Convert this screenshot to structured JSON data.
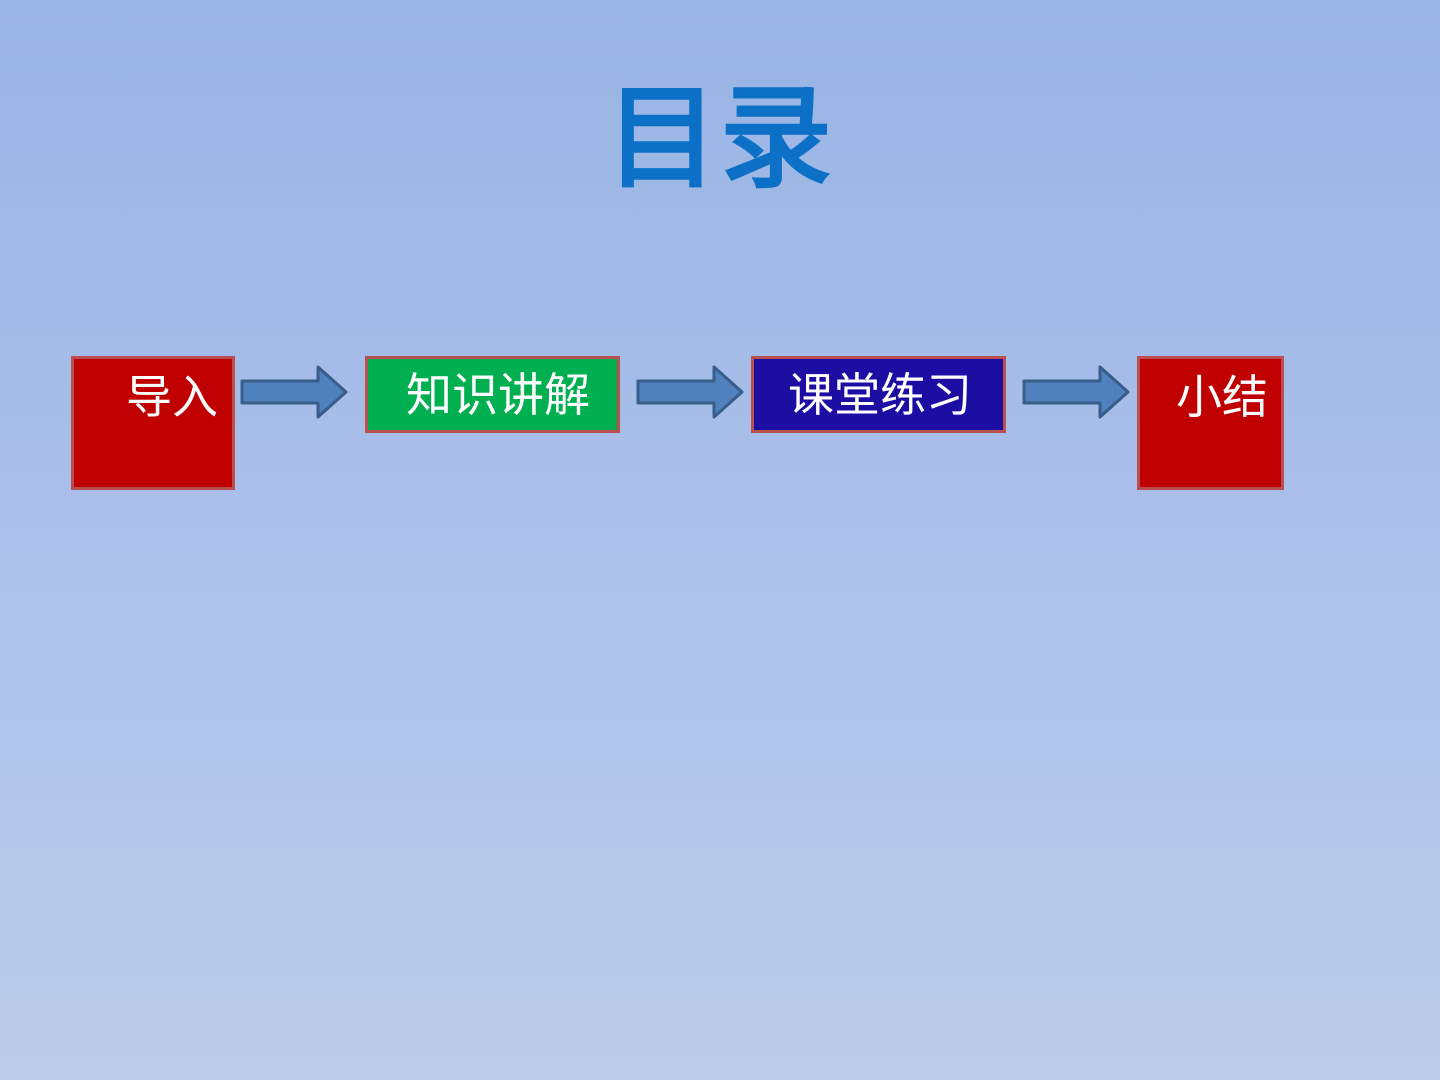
{
  "slide": {
    "title": "目录"
  },
  "steps": [
    {
      "label": "导入",
      "color": "#c00000"
    },
    {
      "label": "知识讲解",
      "color": "#00b050"
    },
    {
      "label": "课堂练习",
      "color": "#1c0ea2"
    },
    {
      "label": "小结",
      "color": "#c00000"
    }
  ],
  "colors": {
    "title": "#0b70c6",
    "arrow_fill": "#4f81bd",
    "arrow_stroke": "#385d8a",
    "box_border": "#b9504f"
  }
}
